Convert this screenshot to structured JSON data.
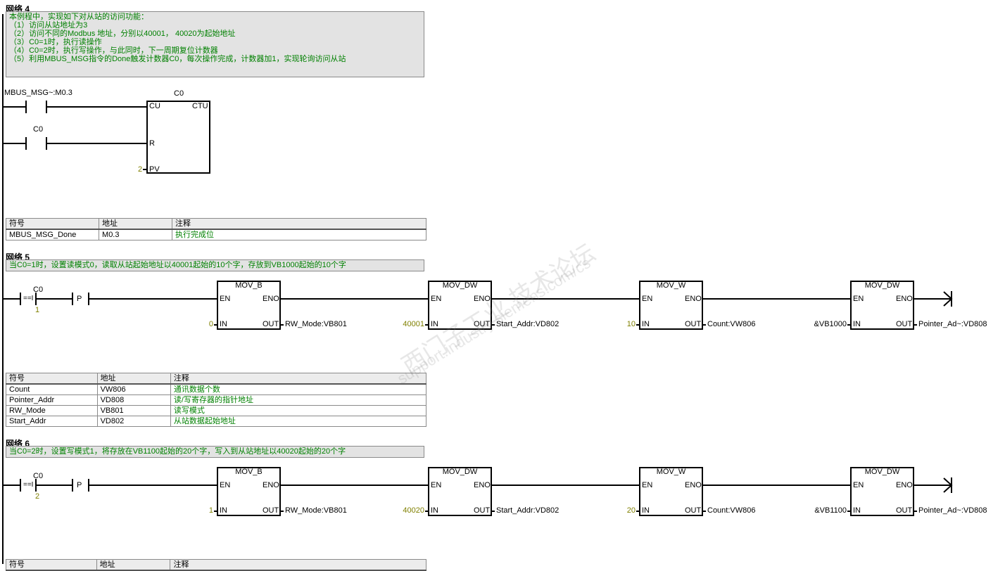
{
  "networks": [
    {
      "title": "网络 4",
      "comment": [
        "本例程中，实现如下对从站的访问功能：",
        "（1）访问从站地址为3",
        "（2）访问不同的Modbus 地址，分别以40001， 40020为起始地址",
        "（3）C0=1时，执行读操作",
        "（4）C0=2时，执行写操作，与此同时，下一周期复位计数器",
        "（5）利用MBUS_MSG指令的Done触发计数器C0，每次操作完成，计数器加1，实现轮询访问从站"
      ],
      "contacts": [
        "MBUS_MSG~:M0.3",
        "C0"
      ],
      "counter": {
        "name": "C0",
        "type": "CTU",
        "pins": [
          "CU",
          "R",
          "PV"
        ],
        "pv_value": "2"
      },
      "symbols": {
        "headers": [
          "符号",
          "地址",
          "注释"
        ],
        "rows": [
          [
            "MBUS_MSG_Done",
            "M0.3",
            "执行完成位"
          ]
        ]
      }
    },
    {
      "title": "网络 5",
      "comment": [
        "当C0=1时，设置读模式0，读取从站起始地址以40001起始的10个字，存放到VB1000起始的10个字"
      ],
      "compare": {
        "operand": "C0",
        "op": "==I",
        "value": "1"
      },
      "edge": "P",
      "blocks": [
        {
          "name": "MOV_B",
          "in": "0",
          "in_const": true,
          "out": "RW_Mode:VB801"
        },
        {
          "name": "MOV_DW",
          "in": "40001",
          "in_const": true,
          "out": "Start_Addr:VD802"
        },
        {
          "name": "MOV_W",
          "in": "10",
          "in_const": true,
          "out": "Count:VW806"
        },
        {
          "name": "MOV_DW",
          "in": "&VB1000",
          "in_const": false,
          "out": "Pointer_Ad~:VD808"
        }
      ],
      "symbols": {
        "headers": [
          "符号",
          "地址",
          "注释"
        ],
        "rows": [
          [
            "Count",
            "VW806",
            "通讯数据个数"
          ],
          [
            "Pointer_Addr",
            "VD808",
            "读/写寄存器的指针地址"
          ],
          [
            "RW_Mode",
            "VB801",
            "读写模式"
          ],
          [
            "Start_Addr",
            "VD802",
            "从站数据起始地址"
          ]
        ]
      }
    },
    {
      "title": "网络 6",
      "comment": [
        "当C0=2时，设置写模式1，将存放在VB1100起始的20个字，写入到从站地址以40020起始的20个字"
      ],
      "compare": {
        "operand": "C0",
        "op": "==I",
        "value": "2"
      },
      "edge": "P",
      "blocks": [
        {
          "name": "MOV_B",
          "in": "1",
          "in_const": true,
          "out": "RW_Mode:VB801"
        },
        {
          "name": "MOV_DW",
          "in": "40020",
          "in_const": true,
          "out": "Start_Addr:VD802"
        },
        {
          "name": "MOV_W",
          "in": "20",
          "in_const": true,
          "out": "Count:VW806"
        },
        {
          "name": "MOV_DW",
          "in": "&VB1100",
          "in_const": false,
          "out": "Pointer_Ad~:VD808"
        }
      ],
      "symbols": {
        "headers": [
          "符号",
          "地址",
          "注释"
        ],
        "rows": []
      }
    }
  ],
  "pin_labels": {
    "en": "EN",
    "eno": "ENO",
    "in": "IN",
    "out": "OUT"
  },
  "watermark": [
    "西门子工业  技术论坛",
    "support.industry.siemens.com/cs"
  ],
  "colors": {
    "comment": "#008000",
    "constant": "#808000",
    "comment_bg": "#e3e3e3"
  }
}
